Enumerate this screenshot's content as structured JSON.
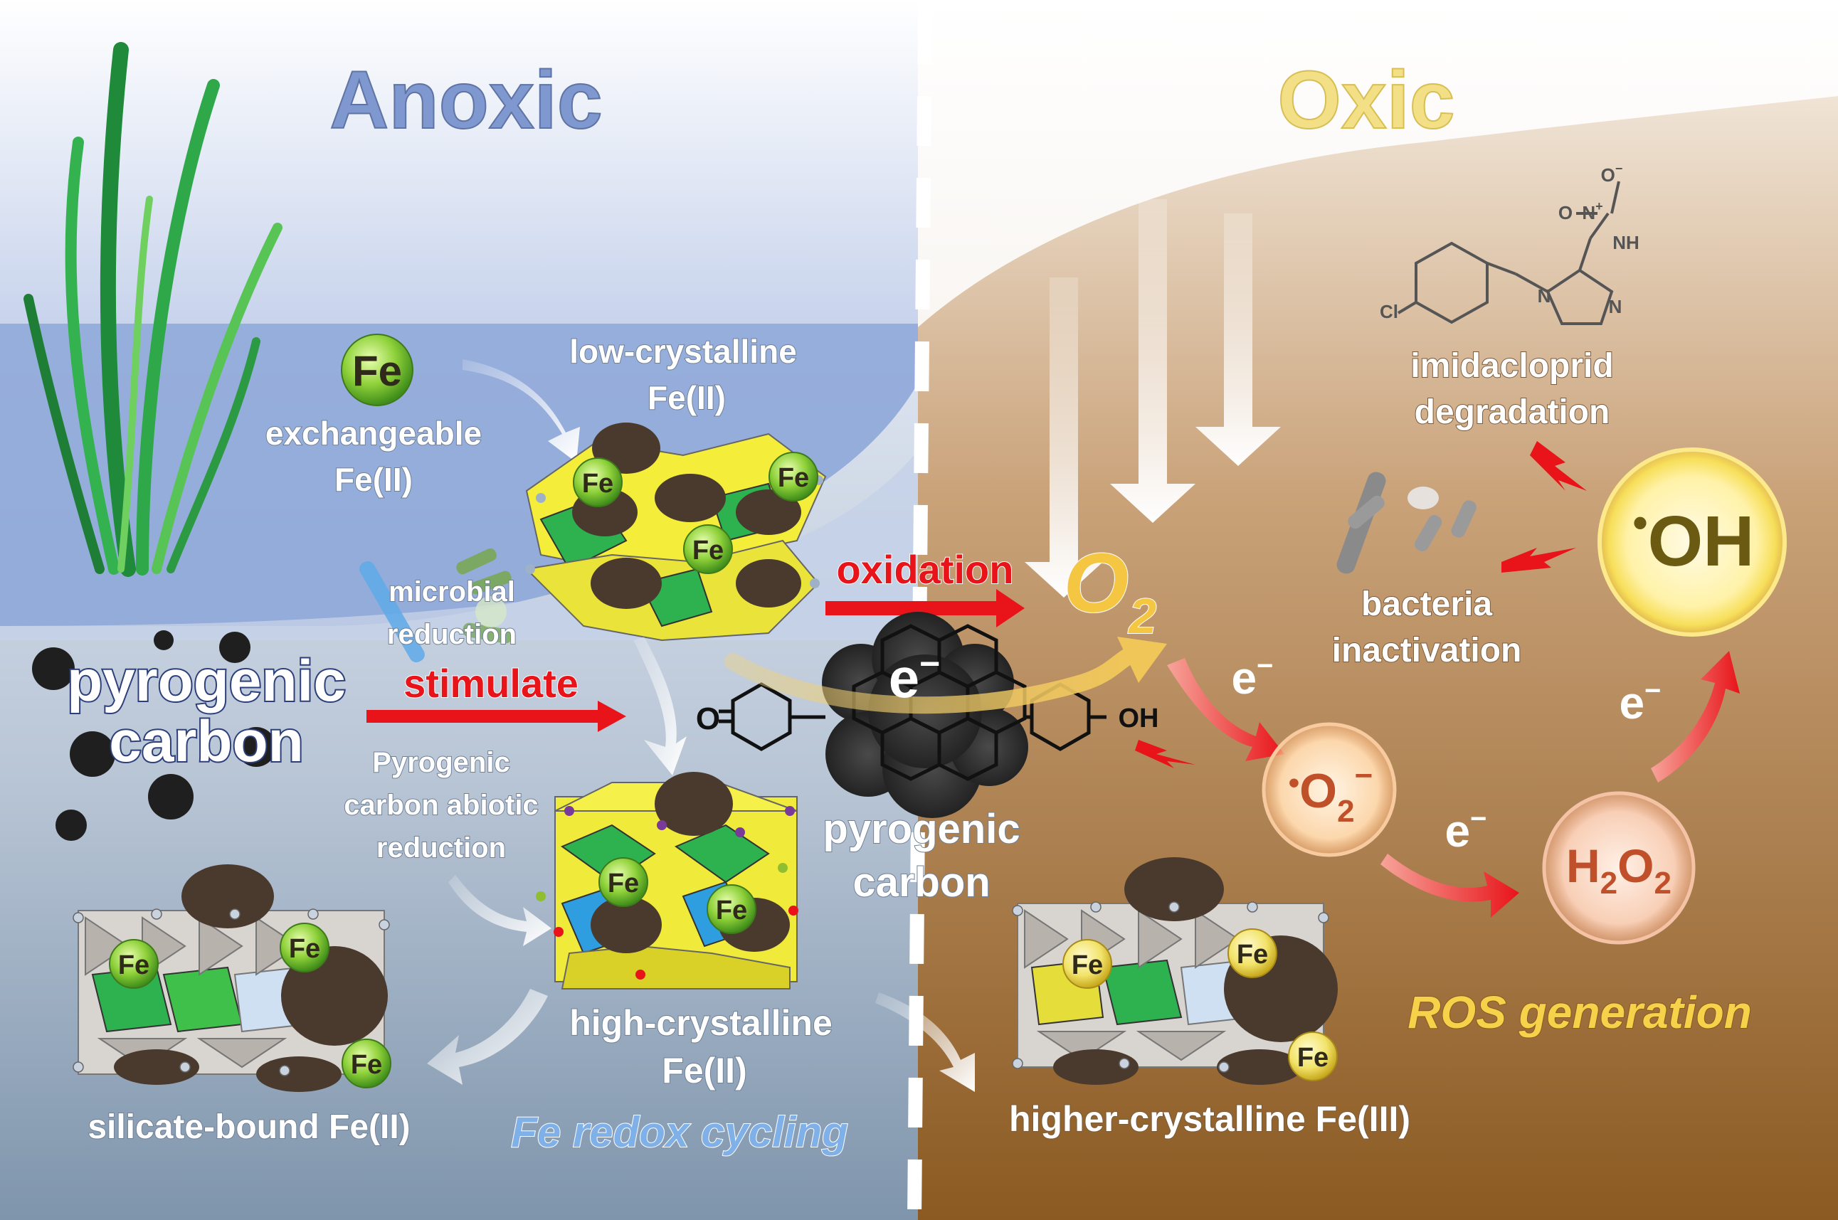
{
  "zones": {
    "anoxic": "Anoxic",
    "oxic": "Oxic"
  },
  "labels": {
    "fe_symbol": "Fe",
    "exchangeable": "exchangeable",
    "fe_ii": "Fe(II)",
    "low_crystalline": "low-crystalline",
    "microbial": "microbial",
    "reduction": "reduction",
    "pyrogenic": "pyrogenic",
    "carbon": "carbon",
    "stimulate": "stimulate",
    "oxidation": "oxidation",
    "abiotic_line1": "Pyrogenic",
    "abiotic_line2": "carbon abiotic",
    "abiotic_line3": "reduction",
    "high_crystalline": "high-crystalline",
    "silicate_bound": "silicate-bound Fe(II)",
    "fe_redox_cycling": "Fe redox cycling",
    "higher_crystalline": "higher-crystalline Fe(III)",
    "electron": "e",
    "electron_sup": "−",
    "o2": "O",
    "o2_sub": "2",
    "imidacloprid": "imidacloprid",
    "degradation": "degradation",
    "bacteria": "bacteria",
    "inactivation": "inactivation",
    "hydroxyl_dot": "•",
    "hydroxyl": "OH",
    "superoxide_dot": "•",
    "superoxide_o": "O",
    "superoxide_sub": "2",
    "superoxide_sup": "−",
    "h": "H",
    "h2o2_sub1": "2",
    "h2o2_o": "O",
    "h2o2_sub2": "2",
    "ros_generation": "ROS generation",
    "quinone_o": "O",
    "phenol_oh": "OH",
    "chem_nitro_o": "O",
    "chem_nitro_n": "N",
    "chem_nitro_plus": "+",
    "chem_o_minus": "O",
    "chem_minus": "−",
    "chem_nh": "NH",
    "chem_n_ring": "N",
    "chem_n_ring2": "N",
    "chem_cl": "Cl"
  },
  "colors": {
    "anoxic_title": "#7f98cf",
    "oxic_title": "#f3df86",
    "red_arrow": "#e8141a",
    "ros_text": "#f5d24a",
    "fe_ball": "#8fd13a",
    "fe_ball_yellow": "#f2e36a",
    "oh_text": "#6b5a12",
    "h2o2_text": "#c0502a"
  }
}
